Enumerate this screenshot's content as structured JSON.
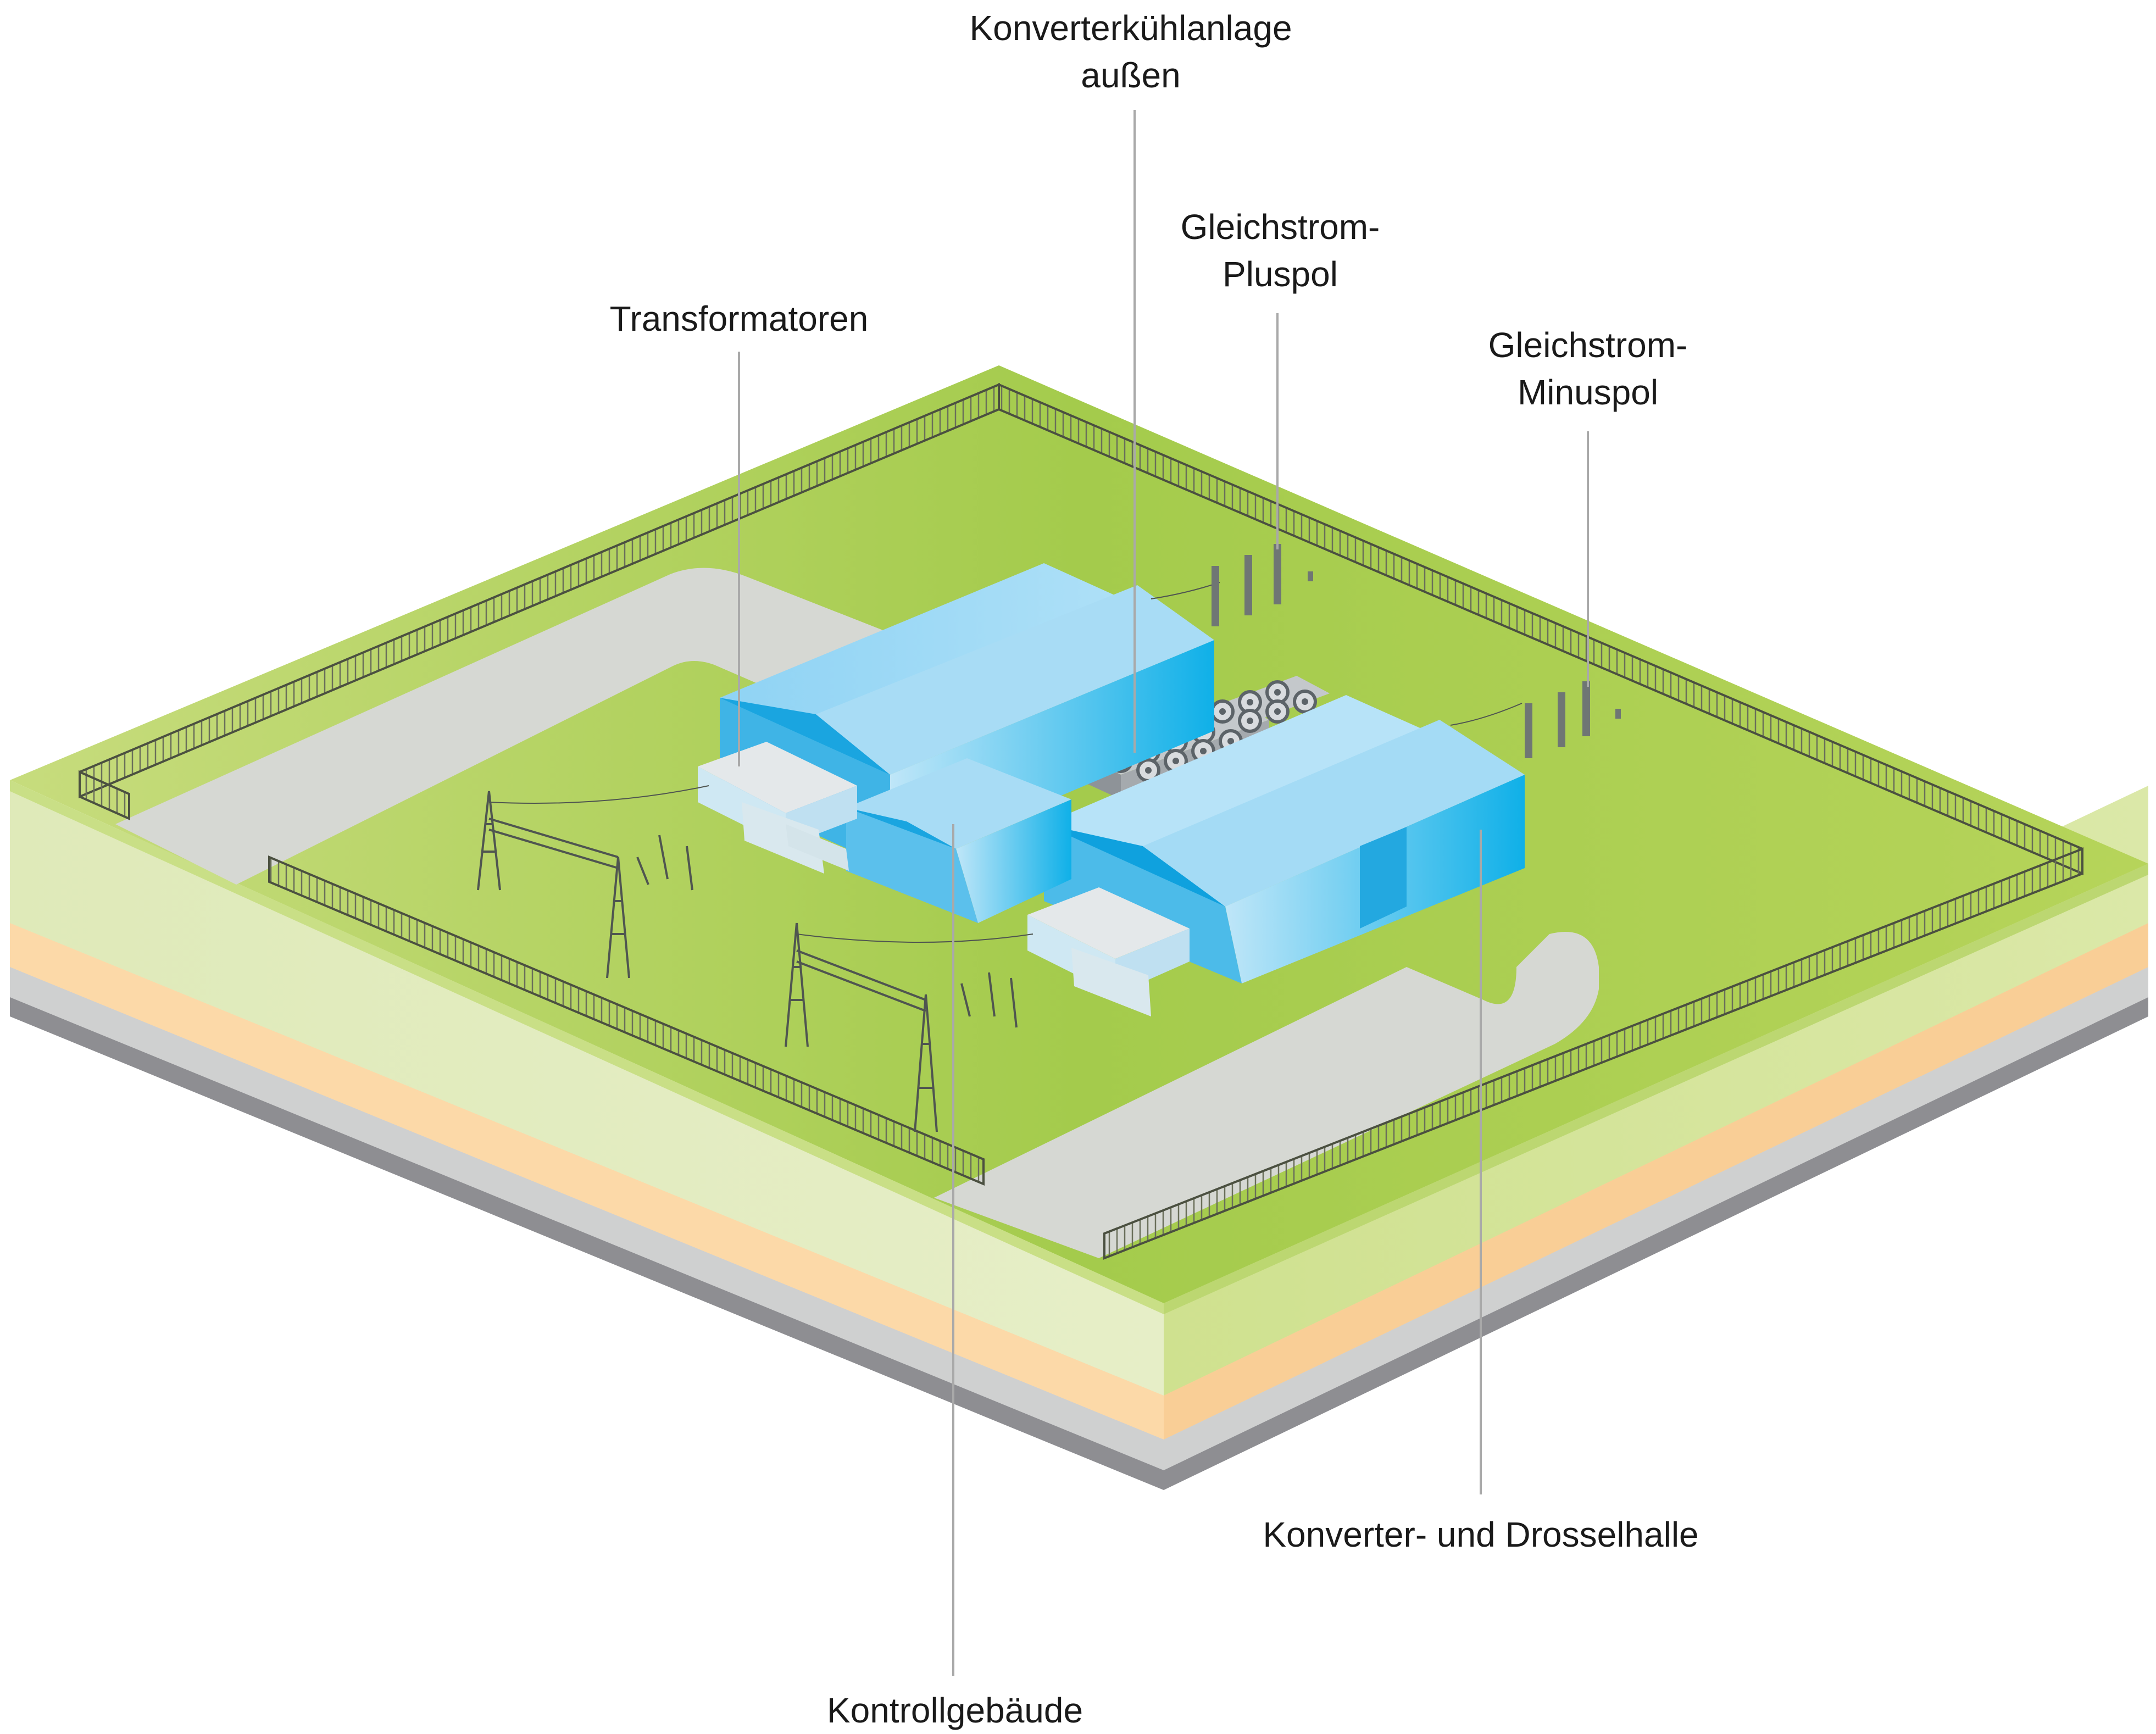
{
  "labels": {
    "cooling": {
      "line1": "Konverterkühlanlage",
      "line2": "außen"
    },
    "plus": {
      "line1": "Gleichstrom-",
      "line2": "Pluspol"
    },
    "minus": {
      "line1": "Gleichstrom-",
      "line2": "Minuspol"
    },
    "transformers": "Transformatoren",
    "hall": "Konverter- und Drosselhalle",
    "control": "Kontrollgebäude"
  },
  "colors": {
    "grass_top": "#a8cc4a",
    "grass_inner": "#9ac44a",
    "layer_soil_light": "#e3ebc0",
    "layer_sand": "#fcd9a8",
    "layer_gravel": "#cfcfcf",
    "layer_rock": "#8e8e92",
    "road": "#d5d7d2",
    "building_light": "#a8dcf5",
    "building_dark": "#1aa5e0",
    "leader_line": "#a9a9a9",
    "fence": "#555a4a"
  }
}
